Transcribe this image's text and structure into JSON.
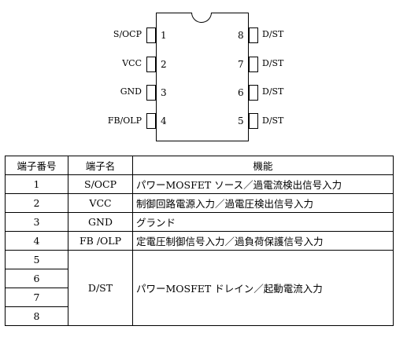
{
  "diagram": {
    "left_pins": [
      {
        "number": "1",
        "label": "S/OCP"
      },
      {
        "number": "2",
        "label": "VCC"
      },
      {
        "number": "3",
        "label": "GND"
      },
      {
        "number": "4",
        "label": "FB/OLP"
      }
    ],
    "right_pins": [
      {
        "number": "8",
        "label": "D/ST"
      },
      {
        "number": "7",
        "label": "D/ST"
      },
      {
        "number": "6",
        "label": "D/ST"
      },
      {
        "number": "5",
        "label": "D/ST"
      }
    ]
  },
  "table": {
    "headers": [
      "端子番号",
      "端子名",
      "機能"
    ],
    "rows": [
      {
        "number": "1",
        "name": "S/OCP",
        "function": "パワーMOSFET ソース／過電流検出信号入力"
      },
      {
        "number": "2",
        "name": "VCC",
        "function": "制御回路電源入力／過電圧検出信号入力"
      },
      {
        "number": "3",
        "name": "GND",
        "function": "グランド"
      },
      {
        "number": "4",
        "name": "FB /OLP",
        "function": "定電圧制御信号入力／過負荷保護信号入力"
      }
    ],
    "merged": {
      "numbers": [
        "5",
        "6",
        "7",
        "8"
      ],
      "name": "D/ST",
      "function": "パワーMOSFET ドレイン／起動電流入力"
    }
  }
}
